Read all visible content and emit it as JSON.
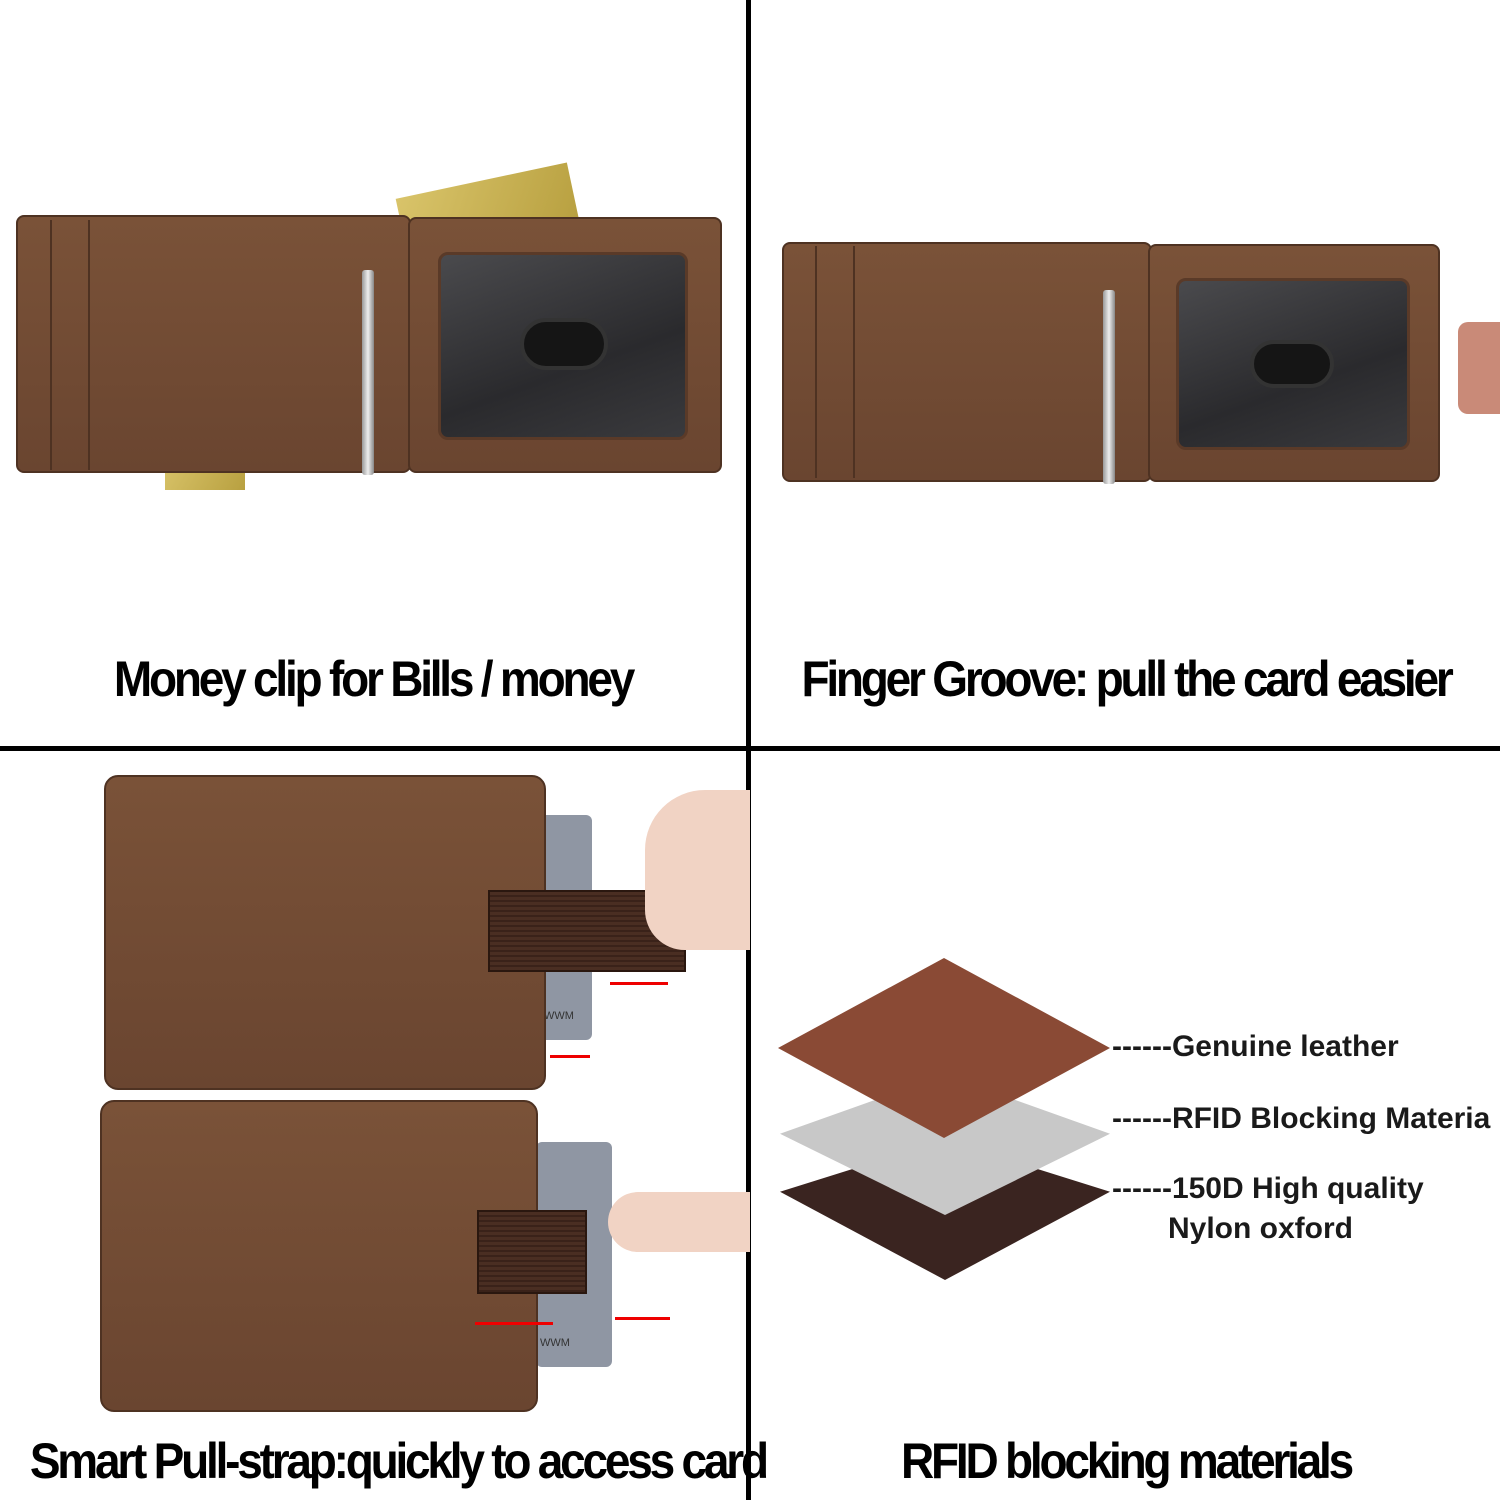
{
  "panels": [
    {
      "caption": "Money clip for Bills / money"
    },
    {
      "caption": "Finger Groove: pull the card easier"
    },
    {
      "caption": "Smart Pull-strap:quickly to access card"
    },
    {
      "caption": "RFID blocking materials"
    }
  ],
  "layers": [
    {
      "label": "------Genuine leather",
      "color": "#8a4a35"
    },
    {
      "label": "------RFID Blocking Materia",
      "color": "#c8c8c8"
    },
    {
      "label": "------150D High quality",
      "color": "#3a2420"
    },
    {
      "label": "Nylon oxford"
    }
  ],
  "card_text": [
    "WWM",
    "WWM"
  ]
}
